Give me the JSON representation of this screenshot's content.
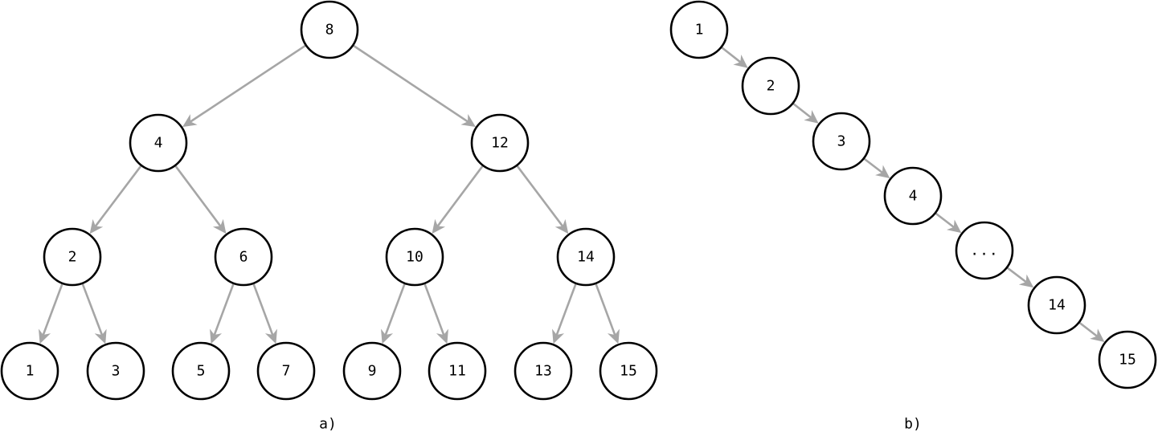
{
  "colors": {
    "edge": "#a6a6a6",
    "node_stroke": "#000000",
    "node_fill": "#ffffff",
    "text": "#000000"
  },
  "diagram_a": {
    "caption": "a)",
    "nodes": [
      {
        "id": "a8",
        "label": "8"
      },
      {
        "id": "a4",
        "label": "4"
      },
      {
        "id": "a12",
        "label": "12"
      },
      {
        "id": "a2",
        "label": "2"
      },
      {
        "id": "a6",
        "label": "6"
      },
      {
        "id": "a10",
        "label": "10"
      },
      {
        "id": "a14",
        "label": "14"
      },
      {
        "id": "a1",
        "label": "1"
      },
      {
        "id": "a3",
        "label": "3"
      },
      {
        "id": "a5",
        "label": "5"
      },
      {
        "id": "a7",
        "label": "7"
      },
      {
        "id": "a9",
        "label": "9"
      },
      {
        "id": "a11",
        "label": "11"
      },
      {
        "id": "a13",
        "label": "13"
      },
      {
        "id": "a15",
        "label": "15"
      }
    ],
    "edges": [
      [
        "a8",
        "a4"
      ],
      [
        "a8",
        "a12"
      ],
      [
        "a4",
        "a2"
      ],
      [
        "a4",
        "a6"
      ],
      [
        "a12",
        "a10"
      ],
      [
        "a12",
        "a14"
      ],
      [
        "a2",
        "a1"
      ],
      [
        "a2",
        "a3"
      ],
      [
        "a6",
        "a5"
      ],
      [
        "a6",
        "a7"
      ],
      [
        "a10",
        "a9"
      ],
      [
        "a10",
        "a11"
      ],
      [
        "a14",
        "a13"
      ],
      [
        "a14",
        "a15"
      ]
    ]
  },
  "diagram_b": {
    "caption": "b)",
    "nodes": [
      {
        "id": "b1",
        "label": "1"
      },
      {
        "id": "b2",
        "label": "2"
      },
      {
        "id": "b3",
        "label": "3"
      },
      {
        "id": "b4",
        "label": "4"
      },
      {
        "id": "bdots",
        "label": "..."
      },
      {
        "id": "b14",
        "label": "14"
      },
      {
        "id": "b15",
        "label": "15"
      }
    ],
    "edges": [
      [
        "b1",
        "b2"
      ],
      [
        "b2",
        "b3"
      ],
      [
        "b3",
        "b4"
      ],
      [
        "b4",
        "bdots"
      ],
      [
        "bdots",
        "b14"
      ],
      [
        "b14",
        "b15"
      ]
    ]
  }
}
